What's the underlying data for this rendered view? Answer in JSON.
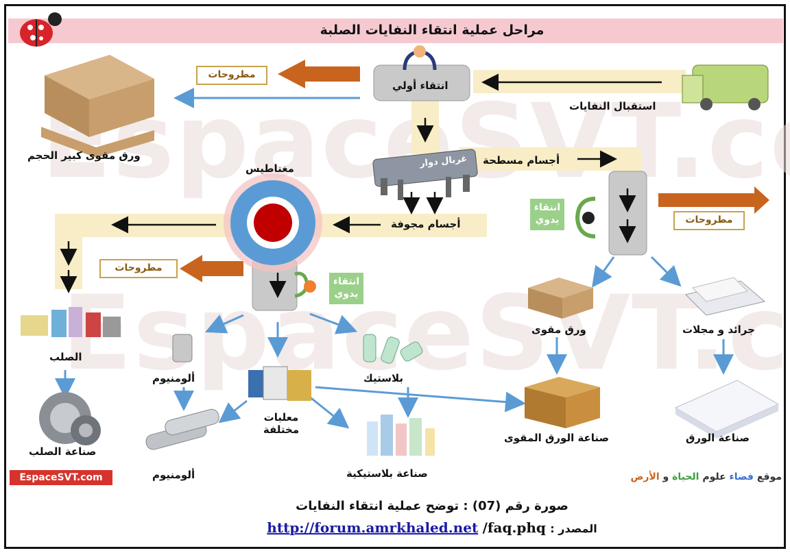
{
  "title": "مراحل عملية انتقاء النفايات الصلبة",
  "watermark": "EspaceSVT.com",
  "stages": {
    "initial_sort": "انتقاء أولي",
    "reception": "استقبال النفايات",
    "rotary_sieve": "غربال دوار",
    "flat_bodies": "أجسام مسطحة",
    "hollow_bodies": "أجسام مجوفة",
    "magnets": "مغناطيس",
    "manual_sort_1": "انتقاء يدوي",
    "manual_sort_2": "انتقاء يدوي"
  },
  "discarded": {
    "top": "مطروحات",
    "middle": "مطروحات",
    "right": "مطروحات"
  },
  "outputs": {
    "big_cardboard": "ورق مقوى كبير الحجم",
    "steel": "الصلب",
    "steel_industry": "صناعة الصلب",
    "aluminium": "ألومنيوم",
    "aluminium_2": "ألومنيوم",
    "mixed_cans": "معلبات مختلفة",
    "plastic": "بلاستيك",
    "plastic_industry": "صناعة بلاستيكية",
    "cardboard": "ورق مقوى",
    "cardboard_industry": "صناعة الورق المقوى",
    "newspapers": "جرائد و مجلات",
    "paper_industry": "صناعة الورق"
  },
  "footer": {
    "site_badge": "EspaceSVT.com",
    "site_credit_prefix": "موقع",
    "site_credit_space": "فضاء",
    "site_credit_sciences": "علوم",
    "site_credit_life": "الحياة",
    "site_credit_and": "و",
    "site_credit_earth": "الأرض",
    "caption": "صورة رقم (07) : توضح عملية انتقاء النفايات",
    "source_label": "المصدر :",
    "source_url": "http://forum.amrkhaled.net",
    "source_path": "/faq.phq"
  },
  "colors": {
    "title_bg": "#f6c9d1",
    "belt": "#f8edc6",
    "machine": "#c9c9c9",
    "blue_arrow": "#5b9bd5",
    "orange_arrow": "#c8641e",
    "magnet_blue": "#5b9bd5",
    "magnet_red": "#c00000",
    "green_tag": "#9bd08a",
    "badge_red": "#d6332c"
  },
  "icons": [
    "ladybug-icon",
    "truck-icon",
    "cardboard-boxes-icon",
    "sieve-icon",
    "magnet-icon",
    "worker-icon",
    "cans-icon",
    "gear-icon",
    "aluminium-can-icon",
    "aluminium-rolls-icon",
    "plastic-bottles-icon",
    "open-box-icon",
    "closed-box-icon",
    "newspapers-icon",
    "paper-stack-icon"
  ]
}
